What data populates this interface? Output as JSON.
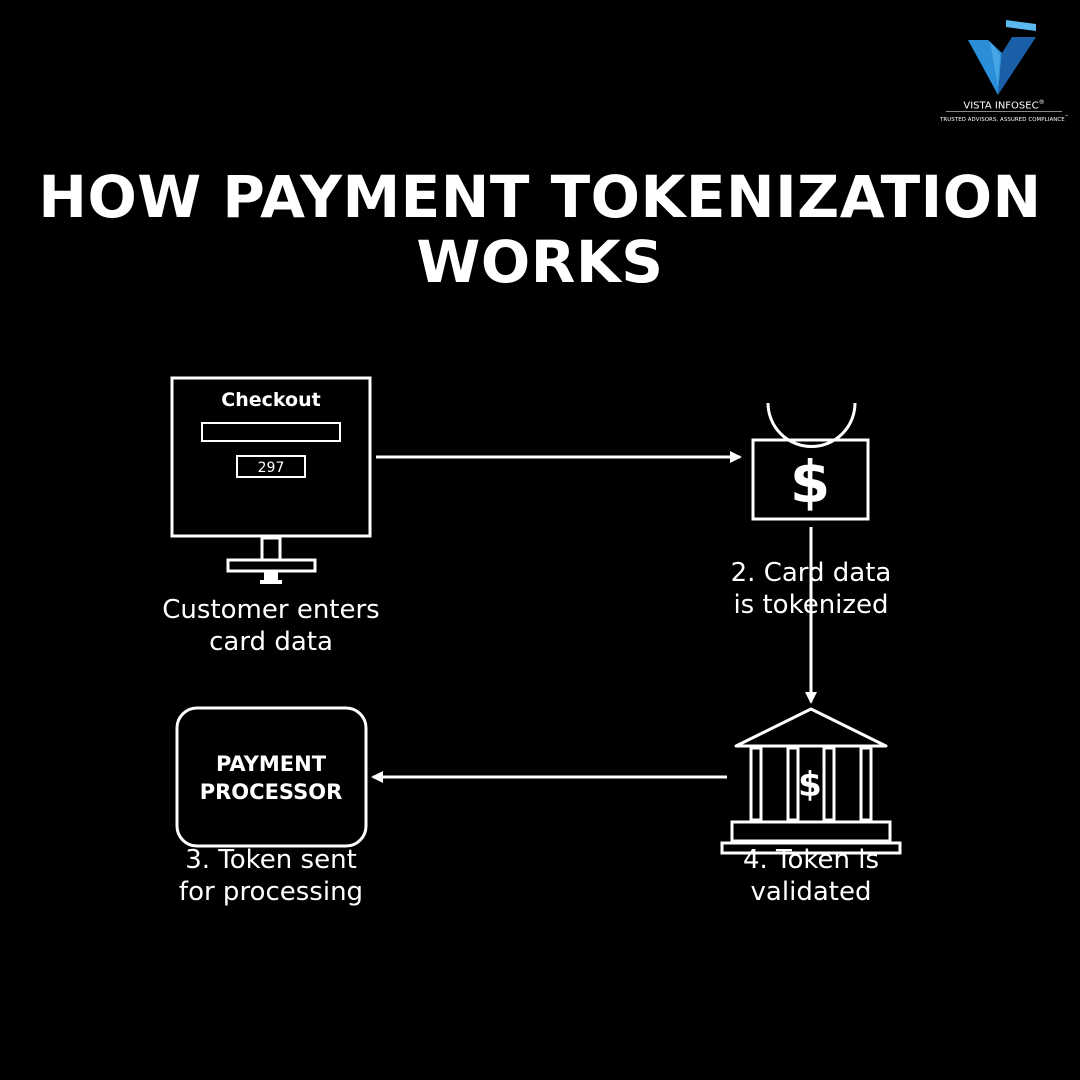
{
  "title": {
    "line1": "HOW PAYMENT TOKENIZATION",
    "line2": "WORKS"
  },
  "logo": {
    "brand": "VISTA INFOSEC",
    "registered_mark": "®",
    "tagline": "TRUSTED ADVISORS, ASSURED COMPLIANCE",
    "trademark_mark": "™",
    "colors": [
      "#2a8fd8",
      "#1b5fa8",
      "#5bb8f0"
    ]
  },
  "steps": {
    "checkout": {
      "screen_title": "Checkout",
      "cvv_value": "297",
      "caption_line1": "Customer enters",
      "caption_line2": "card data"
    },
    "tokenize": {
      "symbol": "$",
      "caption_line1": "2. Card data",
      "caption_line2": "is tokenized"
    },
    "processor": {
      "label_line1": "PAYMENT",
      "label_line2": "PROCESSOR",
      "caption_line1": "3. Token sent",
      "caption_line2": "for processing"
    },
    "bank": {
      "symbol": "$",
      "caption_line1": "4. Token is",
      "caption_line2": "validated"
    }
  },
  "colors": {
    "background": "#000000",
    "foreground": "#ffffff"
  },
  "icons": {
    "checkout": "computer-monitor-icon",
    "tokenize": "money-bag-icon",
    "bank": "bank-icon"
  }
}
